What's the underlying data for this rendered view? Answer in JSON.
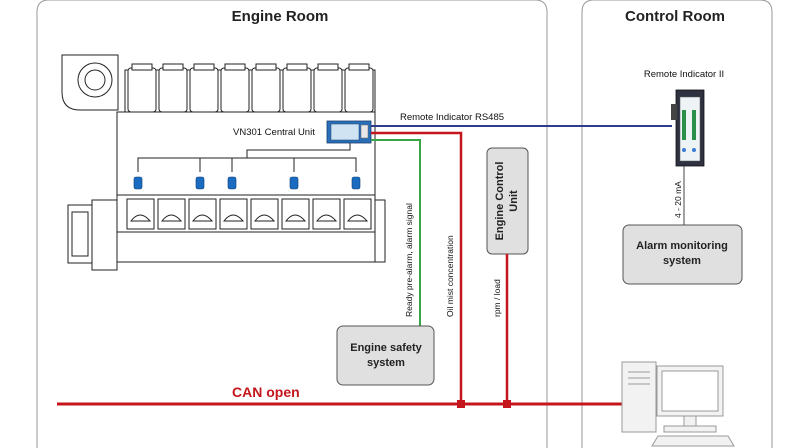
{
  "rooms": {
    "engine_room": "Engine Room",
    "control_room": "Control Room"
  },
  "devices": {
    "central_unit": "VN301 Central Unit",
    "remote_indicator": "Remote Indicator II",
    "engine_control_unit": [
      "Engine Control",
      "Unit"
    ],
    "engine_safety_system": [
      "Engine safety",
      "system"
    ],
    "alarm_monitoring_system": [
      "Alarm monitoring",
      "system"
    ]
  },
  "connections": {
    "rs485": "Remote Indicator RS485",
    "ready_alarm": "Ready pre-alarm, alarm signal",
    "oil_mist": "Oil mist concentration",
    "rpm_load": "rpm / load",
    "current_loop": "4 - 20 mA",
    "can_bus": "CAN open"
  },
  "colors": {
    "can_red": "#c4161c",
    "rs485_blue": "#2e3a8c",
    "signal_green": "#3aa547",
    "box_gray": "#e0e0e0",
    "sensor_blue": "#1b6cc0"
  }
}
